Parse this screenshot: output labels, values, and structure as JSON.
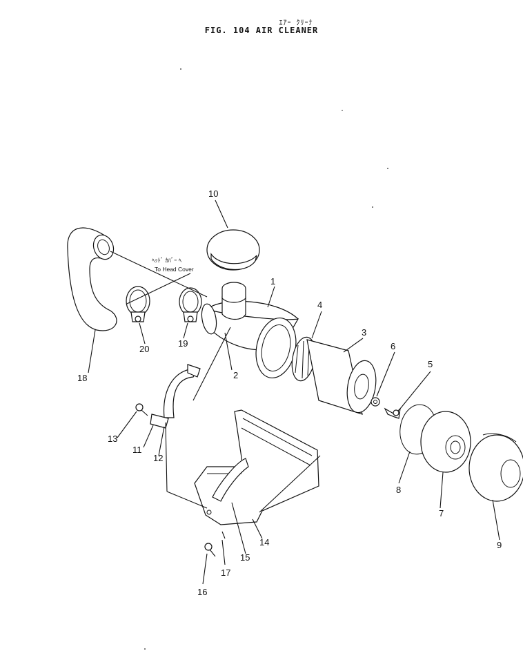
{
  "header": {
    "jp_title": "ｴｱｰ ｸﾘｰﾅ",
    "title": "FIG. 104  AIR CLEANER"
  },
  "note": {
    "jp": "ﾍｯﾄﾞ ｶﾊﾞｰ ﾍ",
    "en": "To Head Cover"
  },
  "parts": [
    {
      "no": "1"
    },
    {
      "no": "2"
    },
    {
      "no": "3"
    },
    {
      "no": "4"
    },
    {
      "no": "5"
    },
    {
      "no": "6"
    },
    {
      "no": "7"
    },
    {
      "no": "8"
    },
    {
      "no": "9"
    },
    {
      "no": "10"
    },
    {
      "no": "11"
    },
    {
      "no": "12"
    },
    {
      "no": "13"
    },
    {
      "no": "14"
    },
    {
      "no": "15"
    },
    {
      "no": "16"
    },
    {
      "no": "17"
    },
    {
      "no": "18"
    },
    {
      "no": "19"
    },
    {
      "no": "20"
    }
  ]
}
